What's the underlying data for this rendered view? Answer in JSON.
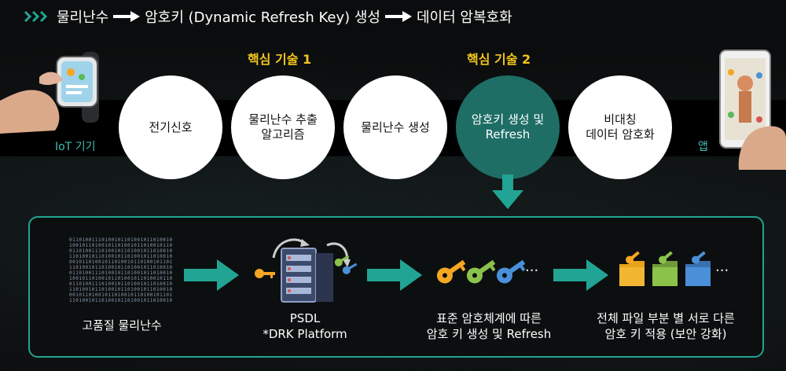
{
  "header": {
    "part1": "물리난수",
    "part2": "암호키 (Dynamic Refresh Key) 생성",
    "part3": "데이터 암복호화"
  },
  "colors": {
    "teal": "#21a493",
    "teal_dark": "#1e6e66",
    "gold": "#f3c51c"
  },
  "top": {
    "kt1": "핵심 기술 1",
    "kt2": "핵심 기술 2",
    "left_label": "IoT 기기",
    "right_label": "앱",
    "circles": [
      {
        "lines": [
          "전기신호"
        ]
      },
      {
        "lines": [
          "물리난수 추출",
          "알고리즘"
        ]
      },
      {
        "lines": [
          "물리난수 생성"
        ]
      },
      {
        "lines": [
          "암호키 생성 및",
          "Refresh"
        ]
      },
      {
        "lines": [
          "비대칭",
          "데이터 암호화"
        ]
      }
    ]
  },
  "panel": {
    "step1": [
      "고품질 물리난수"
    ],
    "step2": [
      "PSDL",
      "*DRK Platform"
    ],
    "step3": [
      "표준 암호체계에 따른",
      "암호 키 생성 및 Refresh"
    ],
    "step4": [
      "전체 파일 부분 별 서로 다른",
      "암호 키 적용 (보안 강화)"
    ],
    "ellipsis": "···"
  },
  "icons": [
    "double-chevron-icon",
    "right-arrow-icon",
    "smartwatch-icon",
    "smartphone-icon",
    "server-icon",
    "key-icon",
    "folder-icon",
    "down-arrow-icon"
  ]
}
